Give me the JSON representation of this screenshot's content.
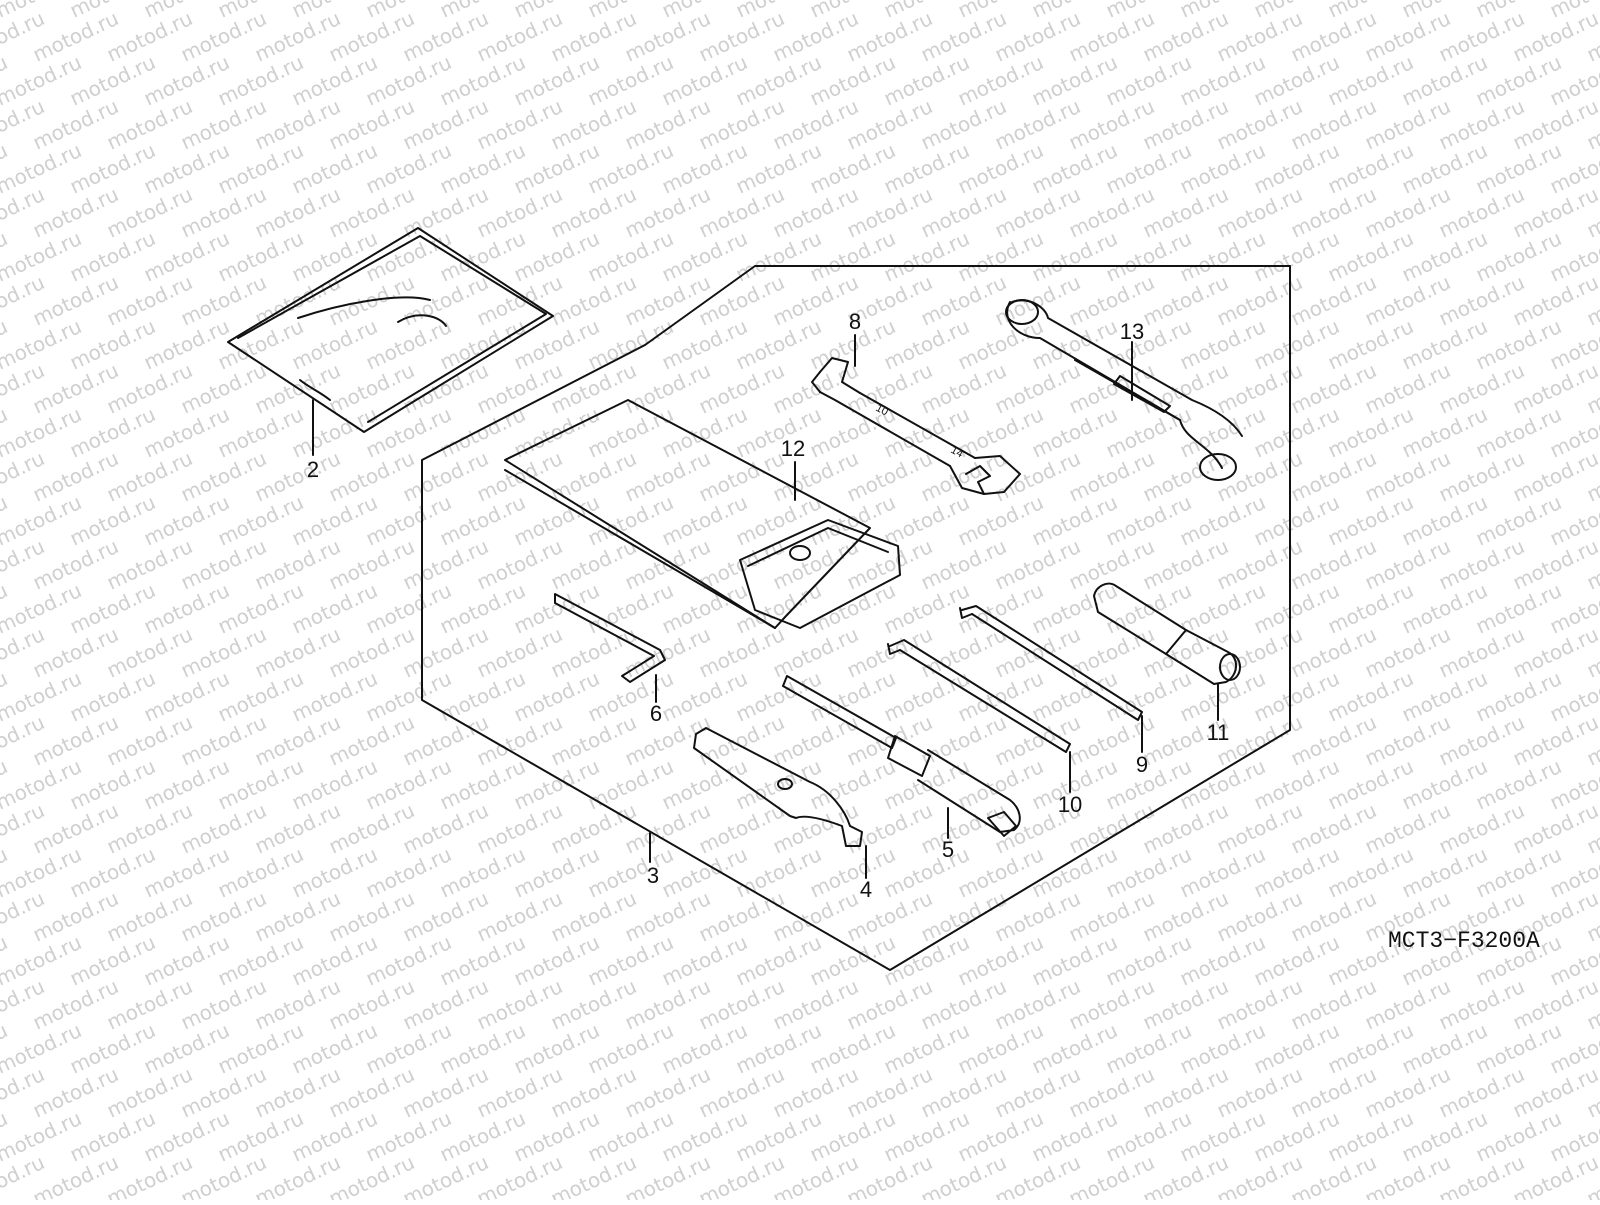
{
  "watermark": {
    "text": "motod.ru",
    "color": "#cfcfcf"
  },
  "drawing_code": "MCT3−F3200A",
  "callouts": [
    {
      "id": "2",
      "label": "2",
      "part": "document-pouch"
    },
    {
      "id": "3",
      "label": "3",
      "part": "tool-kit-set"
    },
    {
      "id": "4",
      "label": "4",
      "part": "pin-spanner"
    },
    {
      "id": "5",
      "label": "5",
      "part": "spark-plug-wrench"
    },
    {
      "id": "6",
      "label": "6",
      "part": "hex-key"
    },
    {
      "id": "8",
      "label": "8",
      "part": "open-end-wrench"
    },
    {
      "id": "9",
      "label": "9",
      "part": "screwdriver-blade"
    },
    {
      "id": "10",
      "label": "10",
      "part": "screwdriver-blade"
    },
    {
      "id": "11",
      "label": "11",
      "part": "screwdriver-handle"
    },
    {
      "id": "12",
      "label": "12",
      "part": "tool-bag"
    },
    {
      "id": "13",
      "label": "13",
      "part": "box-end-wrench"
    }
  ]
}
